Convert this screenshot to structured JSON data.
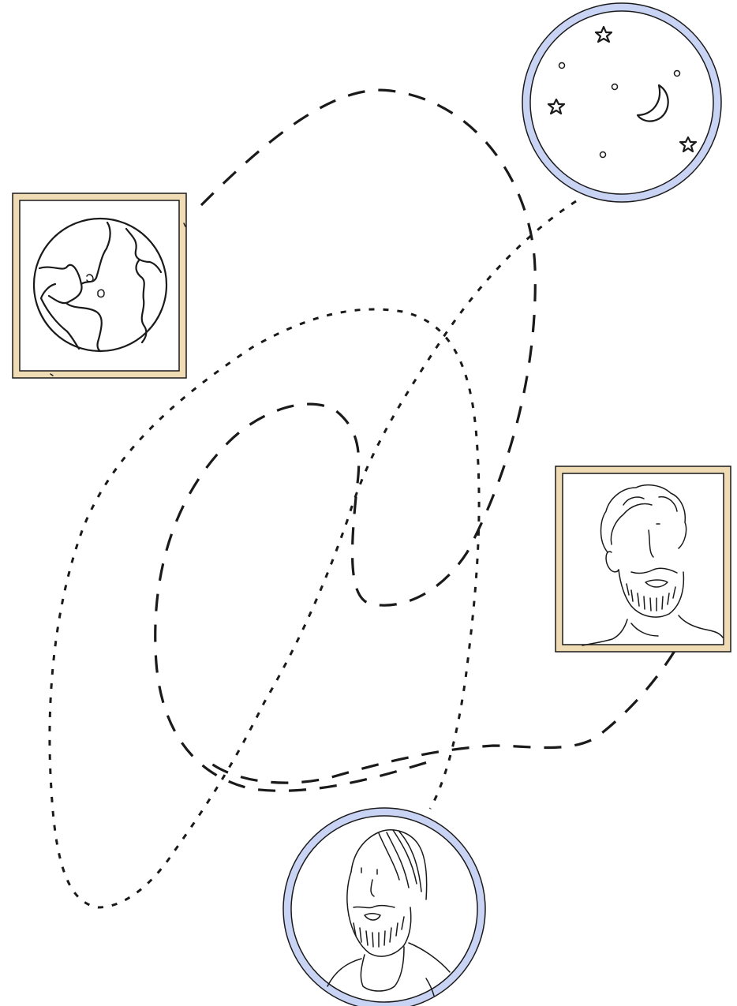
{
  "colors": {
    "square_frame": "#efdcb5",
    "circle_frame": "#c9d3f3",
    "ink": "#1a1a1a",
    "background": "#ffffff"
  },
  "pictures": [
    {
      "name": "earth-picture",
      "icon": "globe-icon",
      "frame": "square"
    },
    {
      "name": "night-sky-picture",
      "icon": "moon-and-stars-icon",
      "frame": "circle"
    },
    {
      "name": "curly-haired-man-picture",
      "icon": "curly-haired-bearded-man-icon",
      "frame": "square"
    },
    {
      "name": "long-haired-man-picture",
      "icon": "long-haired-bearded-man-icon",
      "frame": "circle"
    }
  ],
  "paths": [
    {
      "name": "dashed-path-earth-to-man",
      "style": "dashed"
    },
    {
      "name": "dotted-path-sky-to-man",
      "style": "dotted"
    },
    {
      "name": "dashed-path-curly-man-loop",
      "style": "dashed"
    }
  ]
}
